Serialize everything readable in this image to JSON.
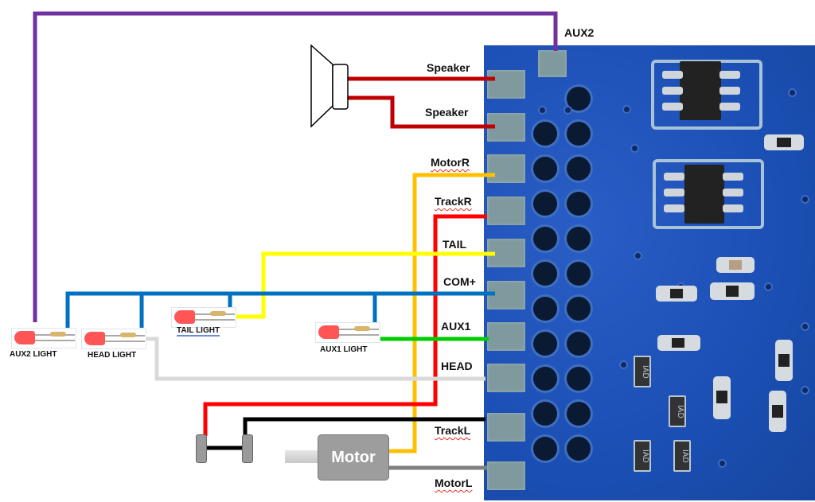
{
  "pins": {
    "aux2": "AUX2",
    "speaker1": "Speaker",
    "speaker2": "Speaker",
    "motor_r": "MotorR",
    "track_r": "TrackR",
    "tail": "TAIL",
    "com_plus": "COM+",
    "aux1": "AUX1",
    "head": "HEAD",
    "track_l": "TrackL",
    "motor_l": "MotorL"
  },
  "lights": {
    "aux2": "AUX2 LIGHT",
    "head": "HEAD LIGHT",
    "tail": "TAIL LIGHT",
    "aux1": "AUX1 LIGHT"
  },
  "components": {
    "motor": "Motor",
    "speaker_icon": "speaker-icon",
    "wheelset_icon": "wheelset-icon"
  },
  "wire_colors": {
    "aux2": "#7030a0",
    "speaker": "#c00000",
    "motor_r": "#ffc000",
    "track_r": "#ff0000",
    "tail": "#ffff00",
    "com_plus": "#0070c0",
    "aux1": "#00cc00",
    "head": "#d9d9d9",
    "track_l": "#000000",
    "motor_l": "#808080"
  },
  "diode_marking": "IAD"
}
